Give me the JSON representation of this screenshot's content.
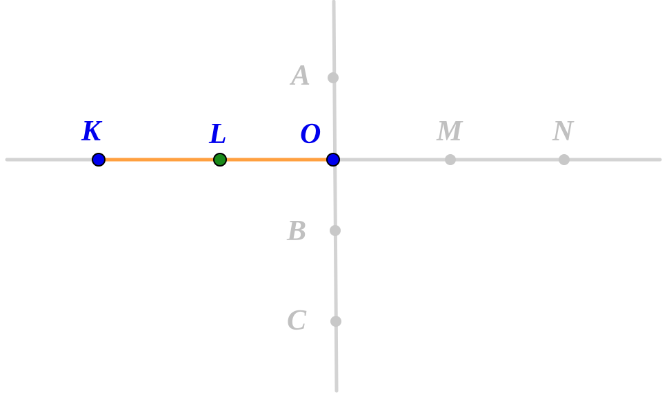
{
  "diagram": {
    "colors": {
      "axis": "#d3d3d3",
      "segment": "#ffa040",
      "active_point": "#0000ee",
      "middle_point": "#1a8a1a",
      "inactive_point": "#c8c8c8",
      "active_label": "#0000ee",
      "inactive_label": "#c0c0c0"
    },
    "points": {
      "K": {
        "label": "K"
      },
      "L": {
        "label": "L"
      },
      "O": {
        "label": "O"
      },
      "M": {
        "label": "M"
      },
      "N": {
        "label": "N"
      },
      "A": {
        "label": "A"
      },
      "B": {
        "label": "B"
      },
      "C": {
        "label": "C"
      }
    }
  }
}
